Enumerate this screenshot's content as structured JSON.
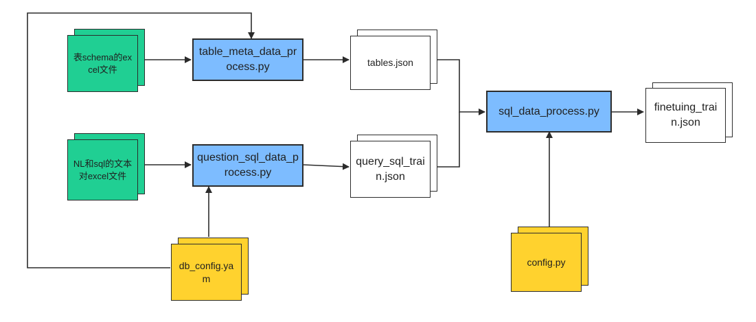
{
  "nodes": {
    "excel_schema": "表schema的excel文件",
    "table_meta_process": "table_meta_data_process.py",
    "tables_json": "tables.json",
    "nl_sql_excel": "NL和sql的文本对excel文件",
    "question_sql_process": "question_sql_data_process.py",
    "query_sql_train": "query_sql_train.json",
    "sql_data_process": "sql_data_process.py",
    "finetuning_train": "finetuing_train.json",
    "db_config": "db_config.yam",
    "config_py": "config.py"
  },
  "colors": {
    "input_file": "#20cf93",
    "script": "#7dbcff",
    "output_file": "#ffffff",
    "config_file": "#ffd22e",
    "line": "#2b2b2b"
  }
}
